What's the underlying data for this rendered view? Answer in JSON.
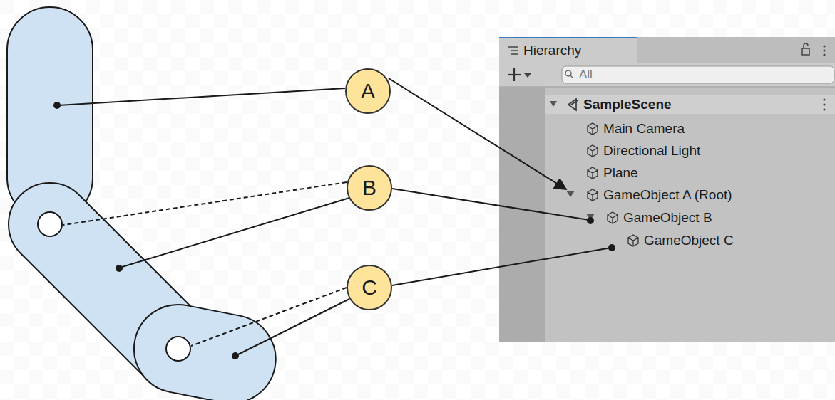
{
  "diagram": {
    "nodes": [
      {
        "text": [
          "A"
        ]
      },
      {
        "text": [
          "B"
        ]
      },
      {
        "text": [
          "C"
        ]
      }
    ],
    "labels": [
      "Hierarchy",
      "All",
      "SampleScene",
      "Main Camera",
      "Directional Light",
      "Plane",
      "GameObject A (Root)",
      "GameObject B",
      "GameObject C"
    ]
  }
}
